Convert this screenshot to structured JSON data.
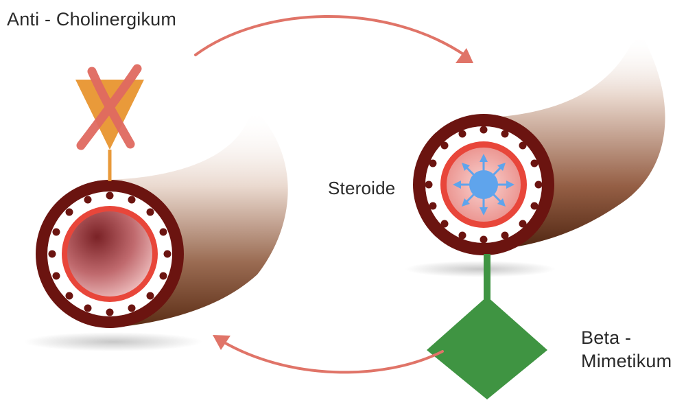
{
  "labels": {
    "anti_cholinergikum": "Anti - Cholinergikum",
    "steroide": "Steroide",
    "beta_mimetikum_line1": "Beta -",
    "beta_mimetikum_line2": "Mimetikum"
  },
  "colors": {
    "arrow": "#e07468",
    "bronchus_wall": "#6b1410",
    "lumen_ring": "#e8463a",
    "cross": "#e06a60",
    "anticholinergic_marker": "#e99a3a",
    "beta_mimetic_marker": "#3f9442",
    "steroid_core": "#5fa4ec"
  },
  "icons": {
    "anti_cholinergikum": "inverted-triangle-blocked-icon",
    "steroide": "radiating-sphere-icon",
    "beta_mimetikum": "diamond-icon"
  }
}
